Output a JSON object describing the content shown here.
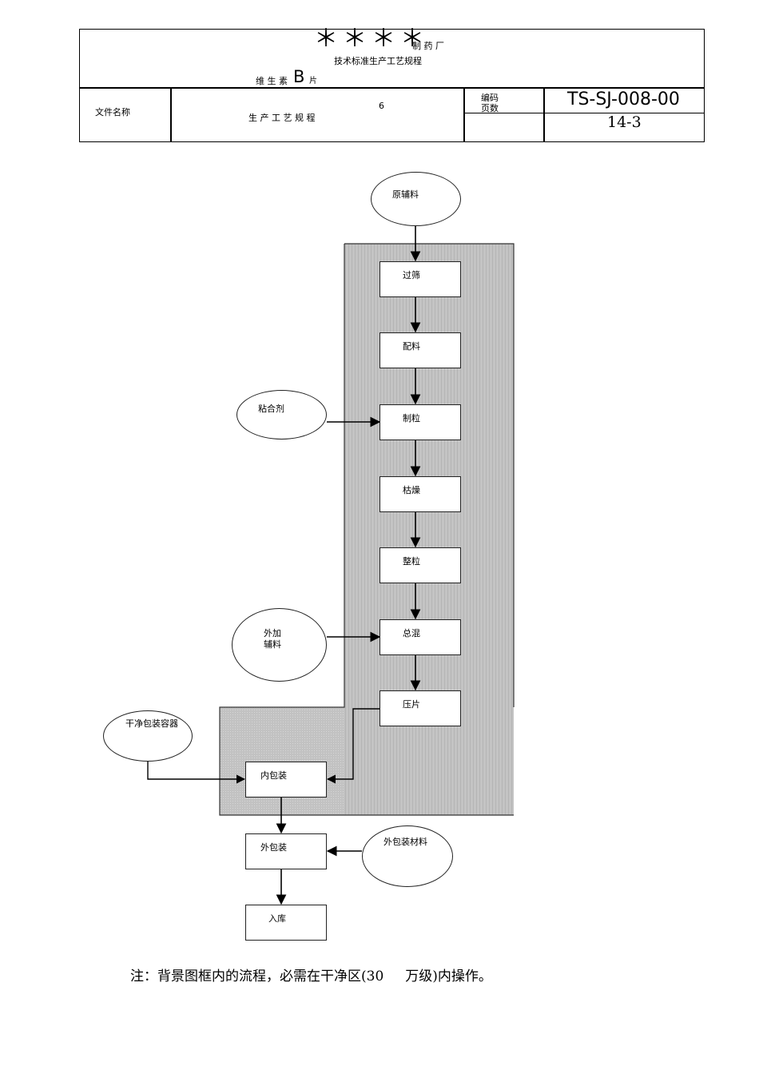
{
  "header": {
    "stars": "＊＊＊＊",
    "factory": "制 药 厂",
    "doc_type": "技术标准生产工艺规程",
    "product_prefix": "维 生 素",
    "product_letter": "B",
    "product_suffix": "片",
    "file_name_label": "文件名称",
    "file_name_value": "生 产 工 艺 规 程",
    "section_number": "6",
    "code_label": "编码",
    "pages_label": "页数",
    "code_value": "TS-SJ-008-00",
    "pages_value": "14-3"
  },
  "flowchart": {
    "inputs": {
      "raw_materials": "原辅料",
      "binder": "粘合剂",
      "extra_excipient_line1": "外加",
      "extra_excipient_line2": "辅料",
      "clean_containers": "干净包装容器",
      "outer_packaging_material": "外包装材料"
    },
    "steps": [
      {
        "id": "sieving",
        "label": "过筛"
      },
      {
        "id": "batching",
        "label": "配料"
      },
      {
        "id": "granulation",
        "label": "制粒"
      },
      {
        "id": "drying",
        "label": "枯燥"
      },
      {
        "id": "sizing",
        "label": "整粒"
      },
      {
        "id": "final-mixing",
        "label": "总混"
      },
      {
        "id": "tableting",
        "label": "压片"
      },
      {
        "id": "inner-packaging",
        "label": "内包装"
      },
      {
        "id": "outer-packaging",
        "label": "外包装"
      },
      {
        "id": "warehousing",
        "label": "入库"
      }
    ],
    "clean_zone_color": "#c0c0c0"
  },
  "note": "注：背景图框内的流程，必需在干净区(30     万级)内操作。"
}
